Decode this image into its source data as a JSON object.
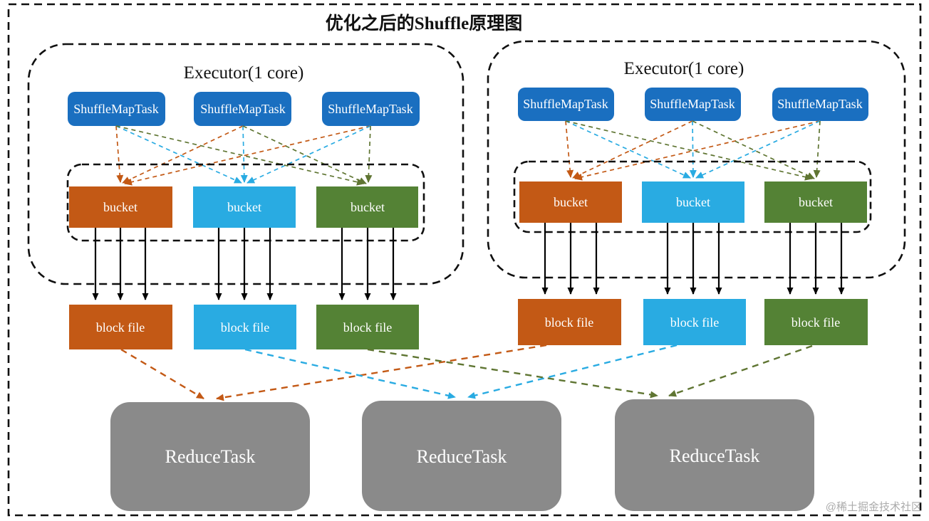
{
  "diagram": {
    "title": "优化之后的Shuffle原理图",
    "watermark": "@稀土掘金技术社区"
  },
  "colors": {
    "task_blue": "#1A6FC0",
    "bucket_orange": "#C35915",
    "bucket_cyan": "#29ABE2",
    "bucket_green": "#548235",
    "link_olive_green": "#5F7532",
    "reduce_gray": "#8A8A8A",
    "arrow_black": "#000000",
    "dashed_border": "#101010"
  },
  "executors": [
    {
      "label": "Executor(1 core)",
      "tasks": [
        {
          "label": "ShuffleMapTask"
        },
        {
          "label": "ShuffleMapTask"
        },
        {
          "label": "ShuffleMapTask"
        }
      ],
      "buckets": [
        {
          "label": "bucket"
        },
        {
          "label": "bucket"
        },
        {
          "label": "bucket"
        }
      ],
      "block_files": [
        {
          "label": "block file"
        },
        {
          "label": "block file"
        },
        {
          "label": "block file"
        }
      ]
    },
    {
      "label": "Executor(1 core)",
      "tasks": [
        {
          "label": "ShuffleMapTask"
        },
        {
          "label": "ShuffleMapTask"
        },
        {
          "label": "ShuffleMapTask"
        }
      ],
      "buckets": [
        {
          "label": "bucket"
        },
        {
          "label": "bucket"
        },
        {
          "label": "bucket"
        }
      ],
      "block_files": [
        {
          "label": "block file"
        },
        {
          "label": "block file"
        },
        {
          "label": "block file"
        }
      ]
    }
  ],
  "reduce_tasks": [
    {
      "label": "ReduceTask"
    },
    {
      "label": "ReduceTask"
    },
    {
      "label": "ReduceTask"
    }
  ]
}
